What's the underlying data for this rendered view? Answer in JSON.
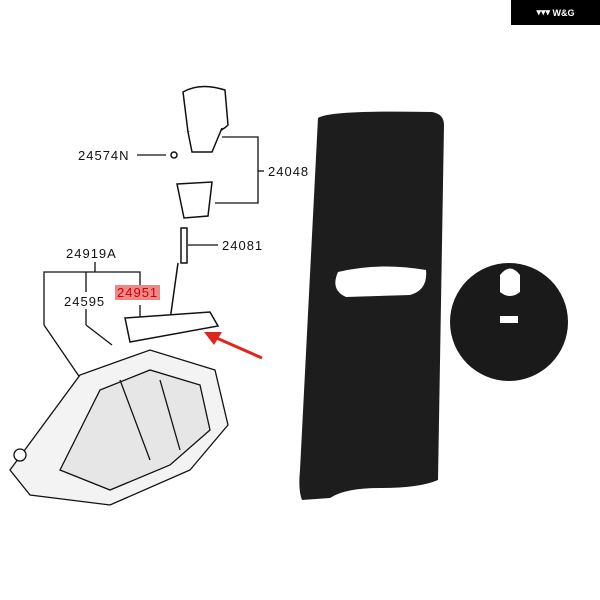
{
  "logo": {
    "text": "W&G"
  },
  "diagram": {
    "part_numbers": {
      "screw": "24574N",
      "knob_assembly": "24048",
      "rod": "24081",
      "bracket_assembly": "24919A",
      "clip": "24595",
      "highlighted_plate": "24951"
    },
    "highlight_color": "#e88a8a",
    "arrow_color": "#e0261b"
  }
}
